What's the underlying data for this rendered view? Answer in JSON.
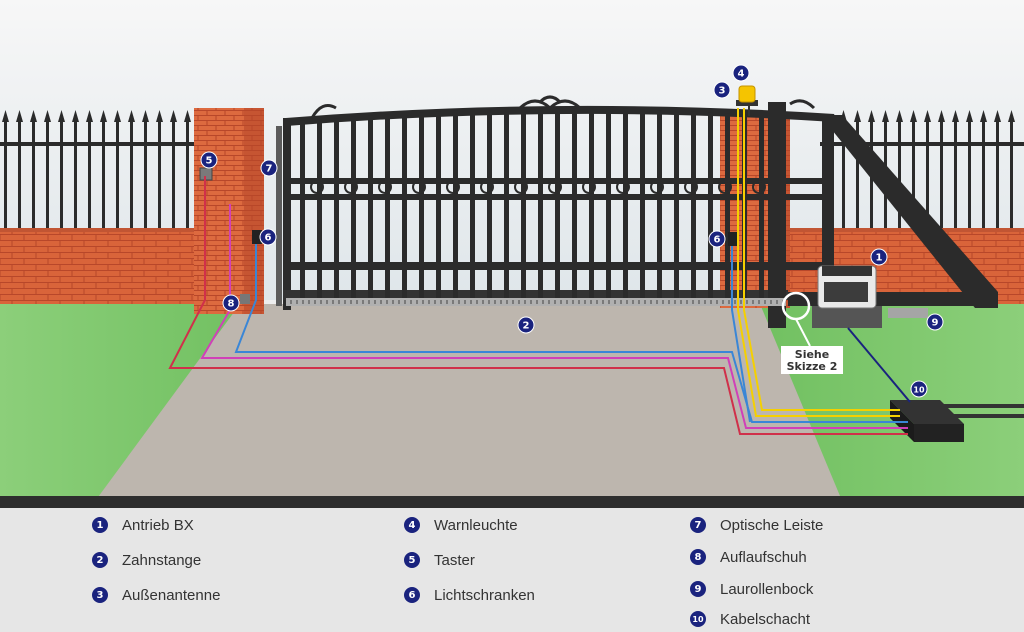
{
  "colors": {
    "marker": "#1a237e",
    "brick": "#d9643a",
    "grass": "#7cc66a",
    "gravel": "#b9b3ad",
    "wire_red": "#d0304a",
    "wire_magenta": "#d040b8",
    "wire_blue": "#3a86d6",
    "wire_yellow": "#f5d000"
  },
  "markers": [
    {
      "id": "1",
      "label": "1"
    },
    {
      "id": "2",
      "label": "2"
    },
    {
      "id": "3",
      "label": "3"
    },
    {
      "id": "4",
      "label": "4"
    },
    {
      "id": "5",
      "label": "5"
    },
    {
      "id": "6a",
      "label": "6"
    },
    {
      "id": "6b",
      "label": "6"
    },
    {
      "id": "7",
      "label": "7"
    },
    {
      "id": "8",
      "label": "8"
    },
    {
      "id": "9",
      "label": "9"
    },
    {
      "id": "10",
      "label": "10"
    }
  ],
  "callout": {
    "line1": "Siehe",
    "line2": "Skizze 2"
  },
  "legend": [
    {
      "num": "1",
      "label": "Antrieb BX"
    },
    {
      "num": "2",
      "label": "Zahnstange"
    },
    {
      "num": "3",
      "label": "Außenantenne"
    },
    {
      "num": "4",
      "label": "Warnleuchte"
    },
    {
      "num": "5",
      "label": "Taster"
    },
    {
      "num": "6",
      "label": "Lichtschranken"
    },
    {
      "num": "7",
      "label": "Optische Leiste"
    },
    {
      "num": "8",
      "label": "Auflaufschuh"
    },
    {
      "num": "9",
      "label": "Laurollenbock"
    },
    {
      "num": "10",
      "label": "Kabelschacht"
    }
  ]
}
